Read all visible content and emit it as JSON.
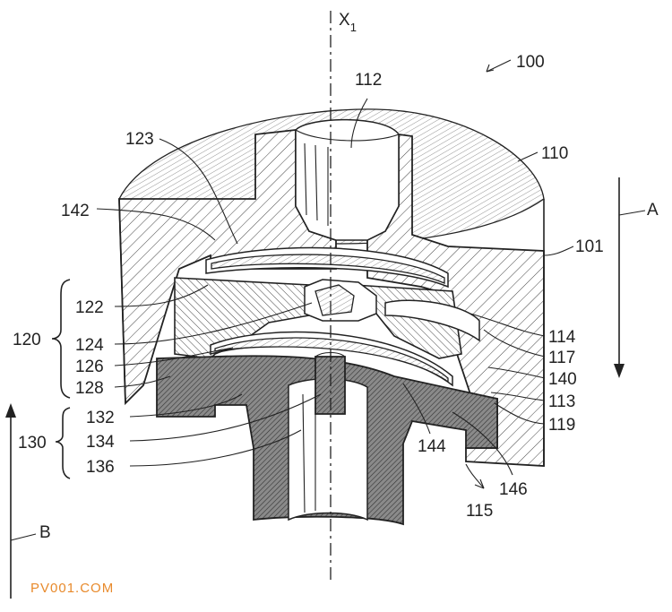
{
  "figure": {
    "axis_label": "X",
    "axis_subscript": "1",
    "labels": {
      "l100": "100",
      "l110": "110",
      "l112": "112",
      "l123": "123",
      "l142": "142",
      "l101": "101",
      "lA": "A",
      "l122": "122",
      "l120": "120",
      "l124": "124",
      "l126": "126",
      "l128": "128",
      "l132": "132",
      "l130": "130",
      "l134": "134",
      "l136": "136",
      "l114": "114",
      "l117": "117",
      "l140": "140",
      "l113": "113",
      "l119": "119",
      "l144": "144",
      "l146": "146",
      "l115": "115",
      "lB": "B"
    }
  },
  "watermark": "PV001.COM"
}
